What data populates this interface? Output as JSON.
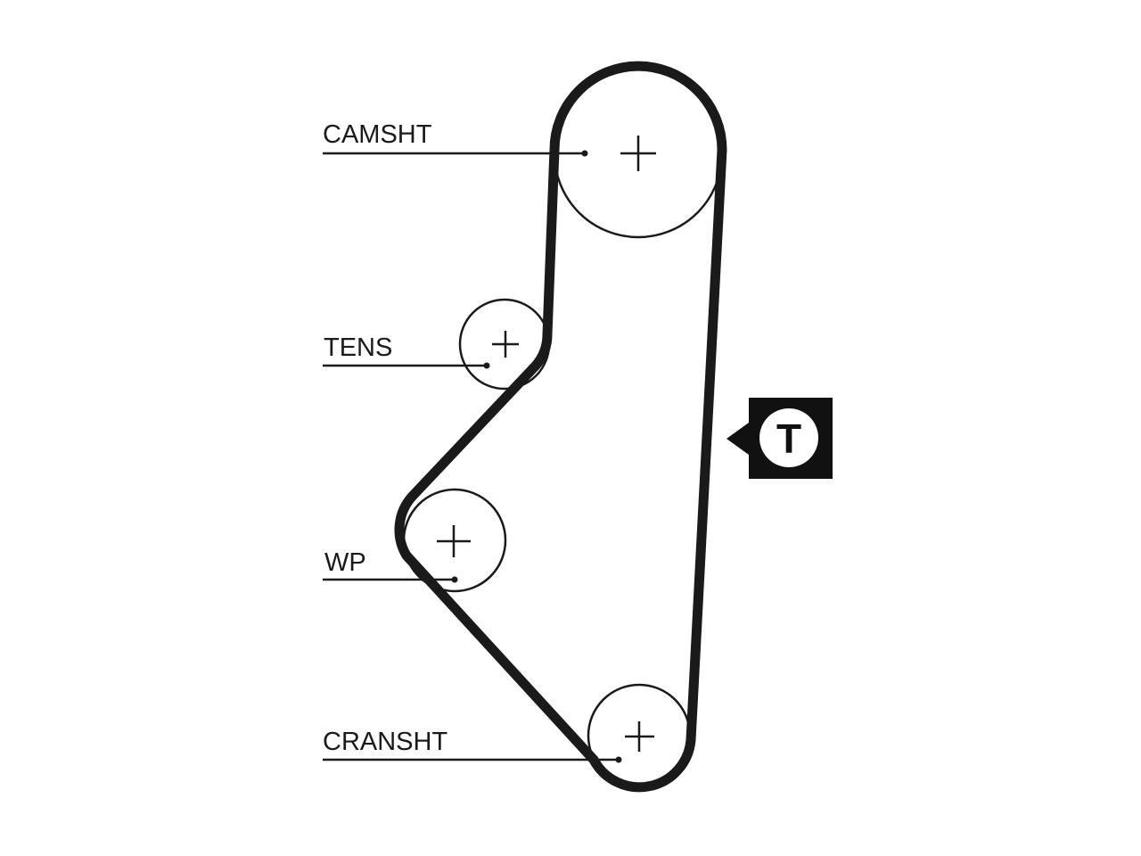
{
  "labels": {
    "camshaft": "CAMSHT",
    "tensioner": "TENS",
    "water_pump": "WP",
    "crankshaft": "CRANSHT"
  },
  "badge": {
    "letter": "T"
  },
  "colors": {
    "belt": "#1a1a1a",
    "pulley_outline": "#1a1a1a",
    "badge_background": "#111111",
    "badge_circle": "#ffffff",
    "background": "#ffffff"
  }
}
